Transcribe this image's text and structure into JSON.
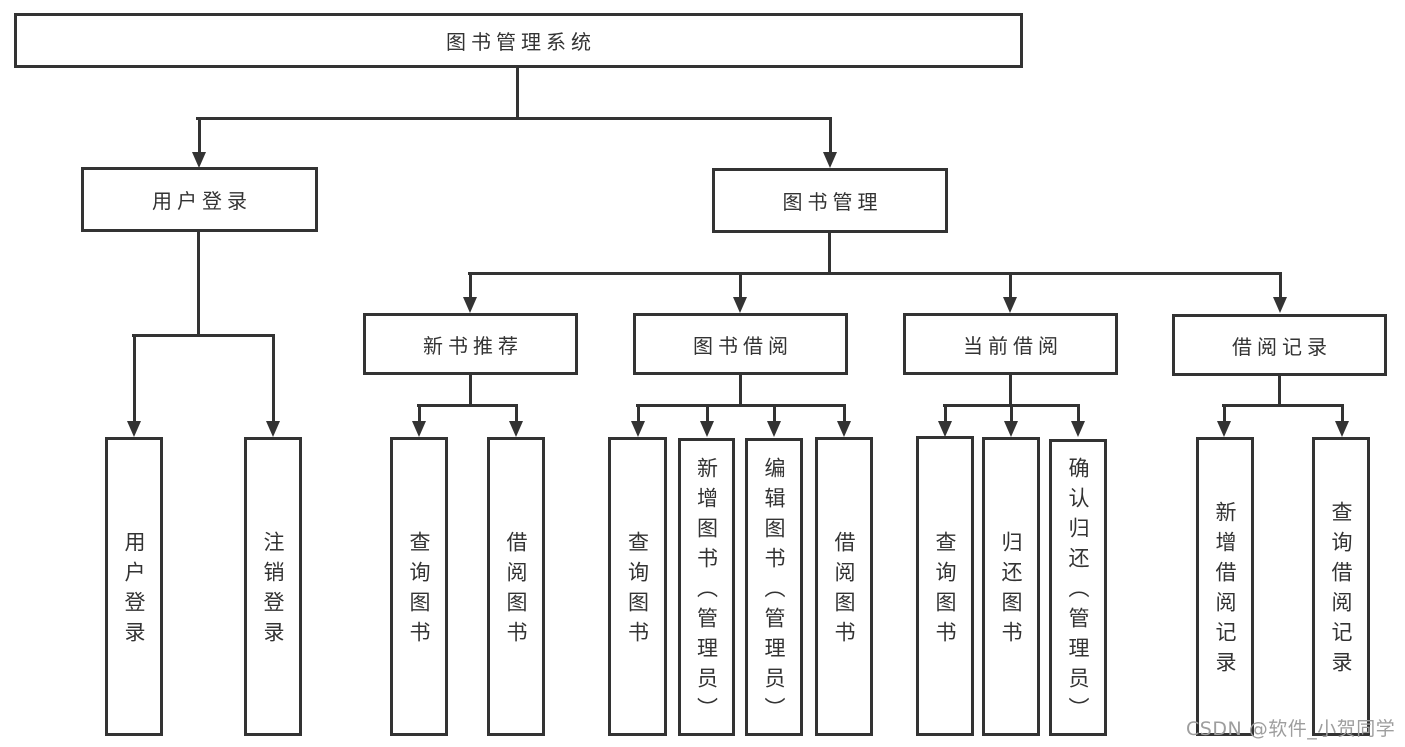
{
  "diagram_title": "图书管理系统",
  "tree": {
    "label": "图书管理系统",
    "children": [
      {
        "label": "用户登录",
        "children": [
          {
            "label": "用户登录"
          },
          {
            "label": "注销登录"
          }
        ]
      },
      {
        "label": "图书管理",
        "children": [
          {
            "label": "新书推荐",
            "children": [
              {
                "label": "查询图书"
              },
              {
                "label": "借阅图书"
              }
            ]
          },
          {
            "label": "图书借阅",
            "children": [
              {
                "label": "查询图书"
              },
              {
                "label": "新增图书（管理员）"
              },
              {
                "label": "编辑图书（管理员）"
              },
              {
                "label": "借阅图书"
              }
            ]
          },
          {
            "label": "当前借阅",
            "children": [
              {
                "label": "查询图书"
              },
              {
                "label": "归还图书"
              },
              {
                "label": "确认归还（管理员）"
              }
            ]
          },
          {
            "label": "借阅记录",
            "children": [
              {
                "label": "新增借阅记录"
              },
              {
                "label": "查询借阅记录"
              }
            ]
          }
        ]
      }
    ]
  },
  "watermark": "CSDN @软件_小贺同学",
  "colors": {
    "line": "#333333",
    "text": "#333333",
    "watermark": "#9e9e9e",
    "background": "#ffffff"
  }
}
